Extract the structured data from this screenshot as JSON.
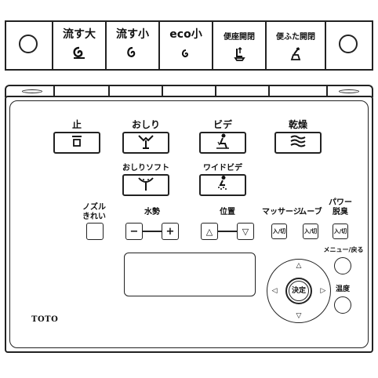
{
  "flush_strip": {
    "left_button_icon": "circle-button",
    "right_button_icon": "circle-button",
    "flush_large": {
      "label": "流す大",
      "icon": "@"
    },
    "flush_small": {
      "label": "流す小",
      "icon": "@"
    },
    "flush_eco": {
      "label": "eco小",
      "icon": "@"
    },
    "seat_open_close": {
      "label": "便座開閉",
      "icon": "seat-icon"
    },
    "lid_open_close": {
      "label": "便ふた開閉",
      "icon": "lid-icon"
    }
  },
  "panel": {
    "stop": {
      "label": "止",
      "icon": "□"
    },
    "oshiri": {
      "label": "おしり",
      "icon": "bidet-spray-icon"
    },
    "bide": {
      "label": "ビデ",
      "icon": "bidet-icon"
    },
    "dry": {
      "label": "乾燥",
      "icon": "≋"
    },
    "oshiri_soft": {
      "label": "おしりソフト",
      "icon": "soft-spray-icon"
    },
    "wide_bide": {
      "label": "ワイドビデ",
      "icon": "wide-bidet-icon"
    },
    "nozzle_clean": {
      "label_line1": "ノズル",
      "label_line2": "きれい"
    },
    "water_pressure": {
      "label": "水勢",
      "minus": "−",
      "plus": "+"
    },
    "position": {
      "label": "位置",
      "up": "△",
      "down": "▽"
    },
    "massage": {
      "label": "マッサージ",
      "button": "入/切"
    },
    "move": {
      "label": "ムーブ",
      "button": "入/切"
    },
    "power_deodorize": {
      "label_line1": "パワー",
      "label_line2": "脱臭",
      "button": "入/切"
    },
    "menu_back": {
      "label": "メニュー/戻る"
    },
    "temperature": {
      "label": "温度"
    },
    "dpad": {
      "center": "決定",
      "up": "△",
      "down": "▽",
      "left": "◁",
      "right": "▷"
    },
    "brand": "TOTO"
  },
  "colors": {
    "line": "#222222",
    "background": "#ffffff"
  }
}
